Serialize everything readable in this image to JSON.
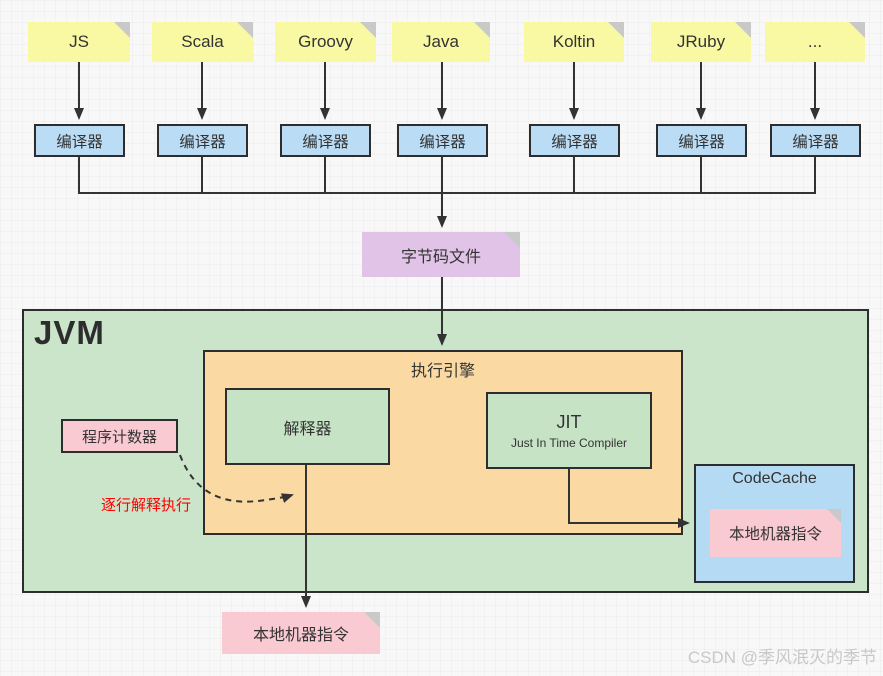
{
  "languages": [
    {
      "label": "JS"
    },
    {
      "label": "Scala"
    },
    {
      "label": "Groovy"
    },
    {
      "label": "Java"
    },
    {
      "label": "Koltin"
    },
    {
      "label": "JRuby"
    },
    {
      "label": "..."
    }
  ],
  "compilers": [
    {
      "label": "编译器"
    },
    {
      "label": "编译器"
    },
    {
      "label": "编译器"
    },
    {
      "label": "编译器"
    },
    {
      "label": "编译器"
    },
    {
      "label": "编译器"
    },
    {
      "label": "编译器"
    }
  ],
  "bytecode": {
    "label": "字节码文件"
  },
  "jvm": {
    "title": "JVM",
    "execution_engine": {
      "title": "执行引擎",
      "interpreter": {
        "label": "解释器"
      },
      "jit": {
        "title": "JIT",
        "subtitle": "Just In Time Compiler"
      }
    },
    "program_counter": {
      "label": "程序计数器"
    },
    "annotation": {
      "label": "逐行解释执行",
      "color": "#fe0000"
    },
    "code_cache": {
      "title": "CodeCache",
      "note": "本地机器指令"
    }
  },
  "output_note": {
    "label": "本地机器指令"
  },
  "watermark": "CSDN @季风泯灭的季节",
  "colors": {
    "sticky_yellow": "#f9f9a3",
    "sticky_purple": "#e0c3e6",
    "sticky_pink": "#f9cad2",
    "fold_gray": "#c9c9c9",
    "compiler_blue": "#badcf5",
    "jvm_green": "#cbe5ca",
    "engine_orange": "#fbd9a2",
    "inner_green": "#c6e3c5",
    "codecache_blue": "#b5daf3",
    "line": "#333333",
    "border": "#2d2d2d",
    "annotation_red": "#fe0000",
    "watermark_gray": "#c8c8c8"
  }
}
